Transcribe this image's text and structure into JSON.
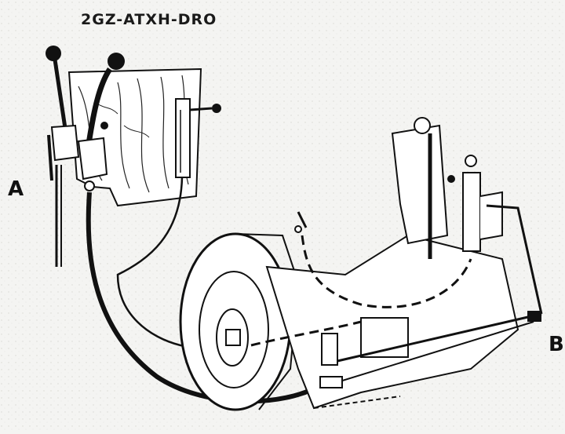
{
  "figure": {
    "code_label": "2GZ-ATXH-DRO",
    "callouts": {
      "a": "A",
      "b": "B"
    }
  },
  "colors": {
    "ink": "#111111",
    "paper": "#f4f4f2",
    "speckle": "#bdbdb8"
  }
}
